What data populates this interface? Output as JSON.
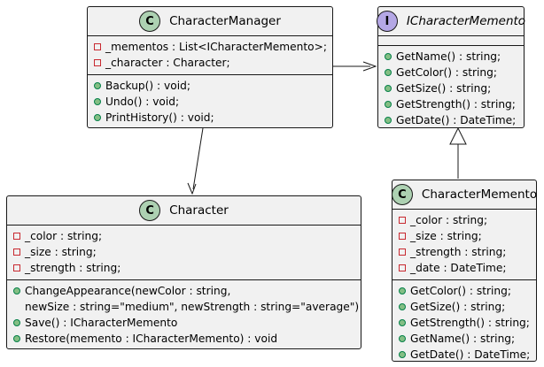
{
  "classes": {
    "character_manager": {
      "stereotype": "C",
      "name": "CharacterManager",
      "fields": [
        {
          "visibility": "private",
          "text": "_mementos : List<ICharacterMemento>;"
        },
        {
          "visibility": "private",
          "text": "_character : Character;"
        }
      ],
      "methods": [
        {
          "visibility": "public",
          "text": "Backup() : void;"
        },
        {
          "visibility": "public",
          "text": "Undo() : void;"
        },
        {
          "visibility": "public",
          "text": "PrintHistory() : void;"
        }
      ]
    },
    "icharacter_memento": {
      "stereotype": "I",
      "name": "ICharacterMemento",
      "methods": [
        {
          "visibility": "public",
          "text": "GetName() : string;"
        },
        {
          "visibility": "public",
          "text": "GetColor() : string;"
        },
        {
          "visibility": "public",
          "text": "GetSize() : string;"
        },
        {
          "visibility": "public",
          "text": "GetStrength() : string;"
        },
        {
          "visibility": "public",
          "text": "GetDate() : DateTime;"
        }
      ]
    },
    "character": {
      "stereotype": "C",
      "name": "Character",
      "fields": [
        {
          "visibility": "private",
          "text": "_color : string;"
        },
        {
          "visibility": "private",
          "text": "_size : string;"
        },
        {
          "visibility": "private",
          "text": "_strength : string;"
        }
      ],
      "methods": [
        {
          "visibility": "public",
          "text": "ChangeAppearance(newColor : string,",
          "continuation": "newSize : string=\"medium\", newStrength : string=\"average\")"
        },
        {
          "visibility": "public",
          "text": "Save() : ICharacterMemento"
        },
        {
          "visibility": "public",
          "text": "Restore(memento : ICharacterMemento) : void"
        }
      ]
    },
    "character_memento": {
      "stereotype": "C",
      "name": "CharacterMemento",
      "fields": [
        {
          "visibility": "private",
          "text": "_color : string;"
        },
        {
          "visibility": "private",
          "text": "_size : string;"
        },
        {
          "visibility": "private",
          "text": "_strength : string;"
        },
        {
          "visibility": "private",
          "text": "_date : DateTime;"
        }
      ],
      "methods": [
        {
          "visibility": "public",
          "text": "GetColor() : string;"
        },
        {
          "visibility": "public",
          "text": "GetSize() : string;"
        },
        {
          "visibility": "public",
          "text": "GetStrength() : string;"
        },
        {
          "visibility": "public",
          "text": "GetName() : string;"
        },
        {
          "visibility": "public",
          "text": "GetDate() : DateTime;"
        }
      ]
    }
  },
  "relations": [
    {
      "from": "CharacterManager",
      "to": "ICharacterMemento",
      "kind": "association"
    },
    {
      "from": "CharacterManager",
      "to": "Character",
      "kind": "association"
    },
    {
      "from": "CharacterMemento",
      "to": "ICharacterMemento",
      "kind": "realization"
    }
  ],
  "colors": {
    "class_badge": "#add1b2",
    "interface_badge": "#b4a7e5",
    "box_fill": "#f1f1f1",
    "private_marker": "#c82930",
    "public_marker": "#84be84"
  }
}
